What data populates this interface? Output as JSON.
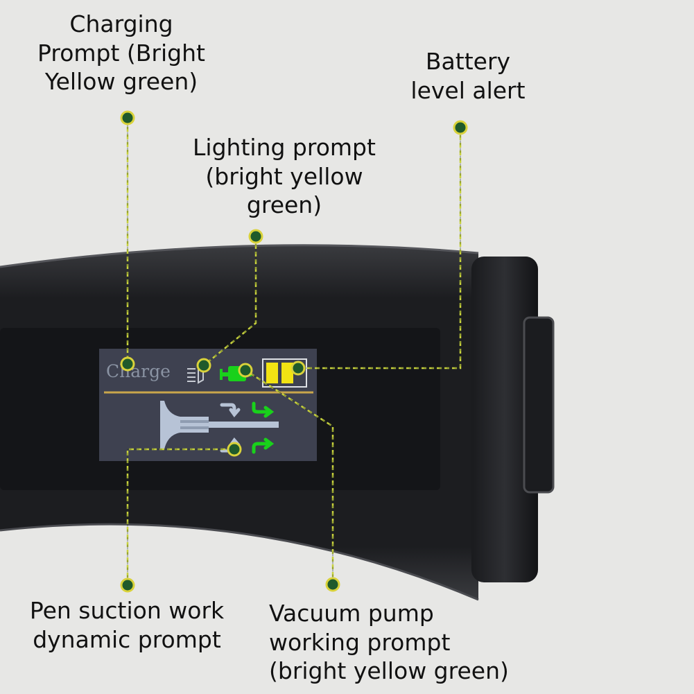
{
  "labels": {
    "charging": [
      "Charging",
      "Prompt (Bright",
      "Yellow green)"
    ],
    "battery": [
      "Battery",
      "level alert"
    ],
    "lighting": [
      "Lighting prompt",
      "(bright yellow",
      "green)"
    ],
    "pen_suction": [
      "Pen suction work",
      "dynamic prompt"
    ],
    "vacuum_pump": [
      "Vacuum pump",
      "working prompt",
      "(bright yellow green)"
    ]
  },
  "screen": {
    "charge_text": "Charge"
  },
  "colors": {
    "background": "#e7e7e5",
    "device_body": "#2c2d30",
    "screen_bg": "#3e4150",
    "accent_green": "#19d11b",
    "battery_yellow": "#f2e313",
    "divider_line": "#c9a64b",
    "callout_line": "#c8d23c",
    "callout_dot_fill": "#1f5a2b",
    "callout_dot_ring": "#d9d23a",
    "pen_gray": "#b7c3d6"
  },
  "icons": [
    "lighting-icon",
    "vacuum-pump-icon",
    "battery-icon",
    "pen-suction-icon",
    "flow-arrow-icon"
  ]
}
